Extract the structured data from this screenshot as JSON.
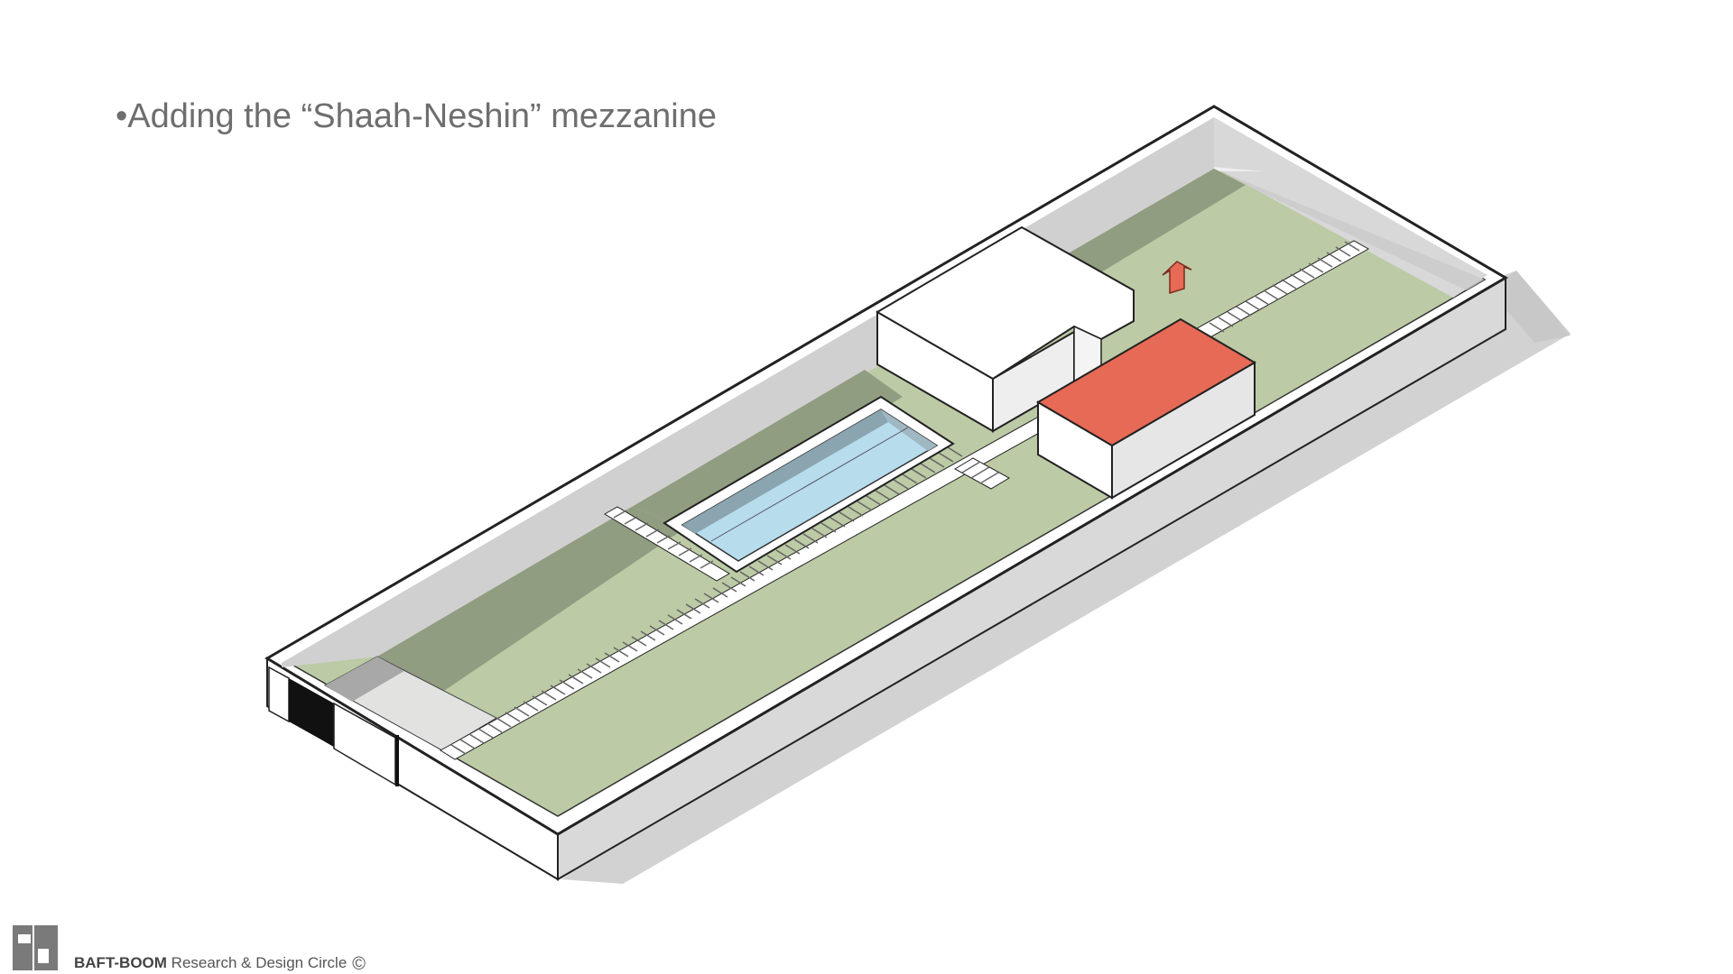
{
  "slide": {
    "title": "•Adding the “Shaah-Neshin” mezzanine"
  },
  "footer": {
    "brand": "BAFT-BOOM",
    "text": " Research & Design Circle",
    "copyright_symbol": "©"
  },
  "colors": {
    "garden": "#bccaa5",
    "garden_shade": "#8f9b7d",
    "wall_top": "#ffffff",
    "wall_face": "#d9d9d9",
    "pool_water": "#9ed0e4",
    "mezzanine_roof": "#e66a55",
    "arrow": "#e66a55",
    "paving": "#f2f2f2"
  }
}
